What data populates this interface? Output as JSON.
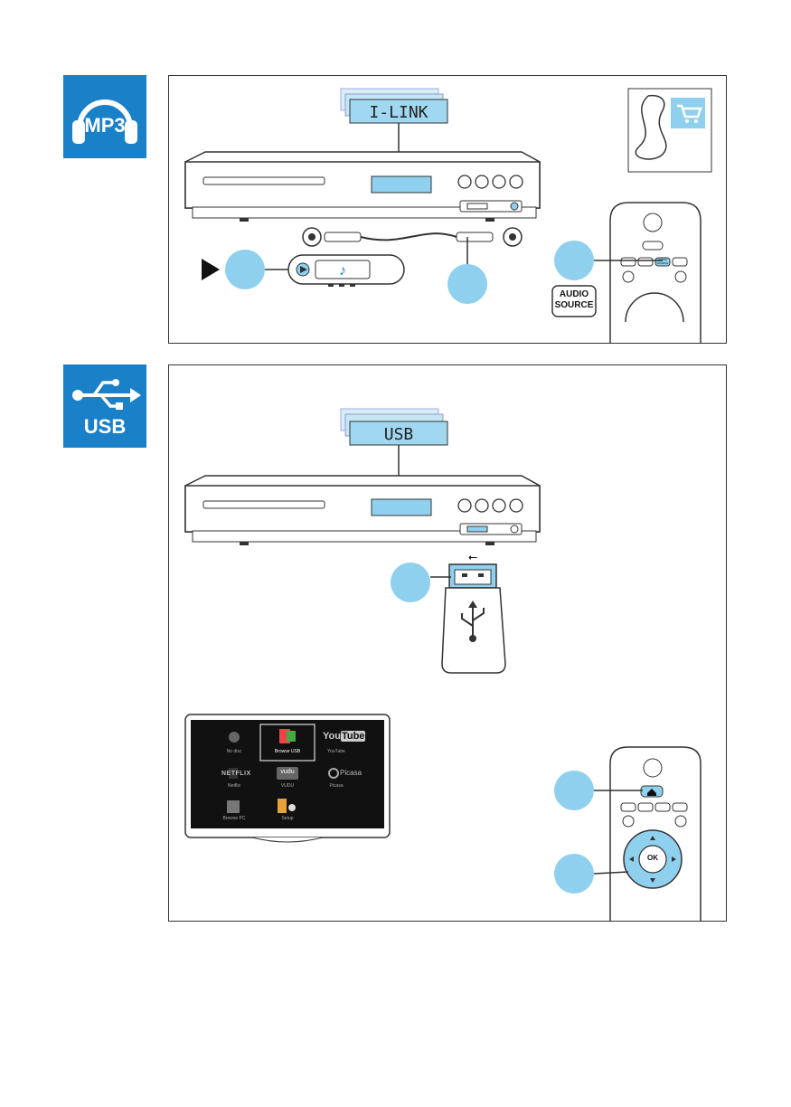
{
  "sections": {
    "mp3": {
      "badge_label": "MP3",
      "display_text": "I-LINK",
      "remote_button_label": "AUDIO SOURCE",
      "remote_key_text": "AUDIO SOURCE",
      "icons": [
        "headphones-icon",
        "cart-icon",
        "play-icon",
        "music-note-icon"
      ]
    },
    "usb": {
      "badge_label": "USB",
      "display_text": "USB",
      "icons": [
        "usb-symbol-icon",
        "home-icon",
        "ok-button"
      ],
      "tv_menu": {
        "items": [
          {
            "label": "No disc",
            "icon": "disc-icon"
          },
          {
            "label": "Browse USB",
            "icon": "usb-media-icon",
            "selected": true
          },
          {
            "label": "YouTube",
            "icon": "youtube-logo"
          },
          {
            "label": "Netflix",
            "icon": "netflix-logo"
          },
          {
            "label": "VUDU",
            "icon": "vudu-logo"
          },
          {
            "label": "Picasa",
            "icon": "picasa-logo"
          },
          {
            "label": "Browse PC",
            "icon": "browse-pc-icon"
          },
          {
            "label": "Setup",
            "icon": "setup-icon"
          }
        ],
        "logo_texts": {
          "youtube_a": "You",
          "youtube_b": "Tube",
          "netflix": "NETFLIX",
          "vudu": "vudu",
          "picasa": "Picasa"
        }
      },
      "remote_ok_label": "OK"
    }
  },
  "colors": {
    "badge_blue": "#1a80c8",
    "step_circle": "#8fd0ee",
    "lcd_blue": "#9fd8f0",
    "screen": "#111111"
  }
}
